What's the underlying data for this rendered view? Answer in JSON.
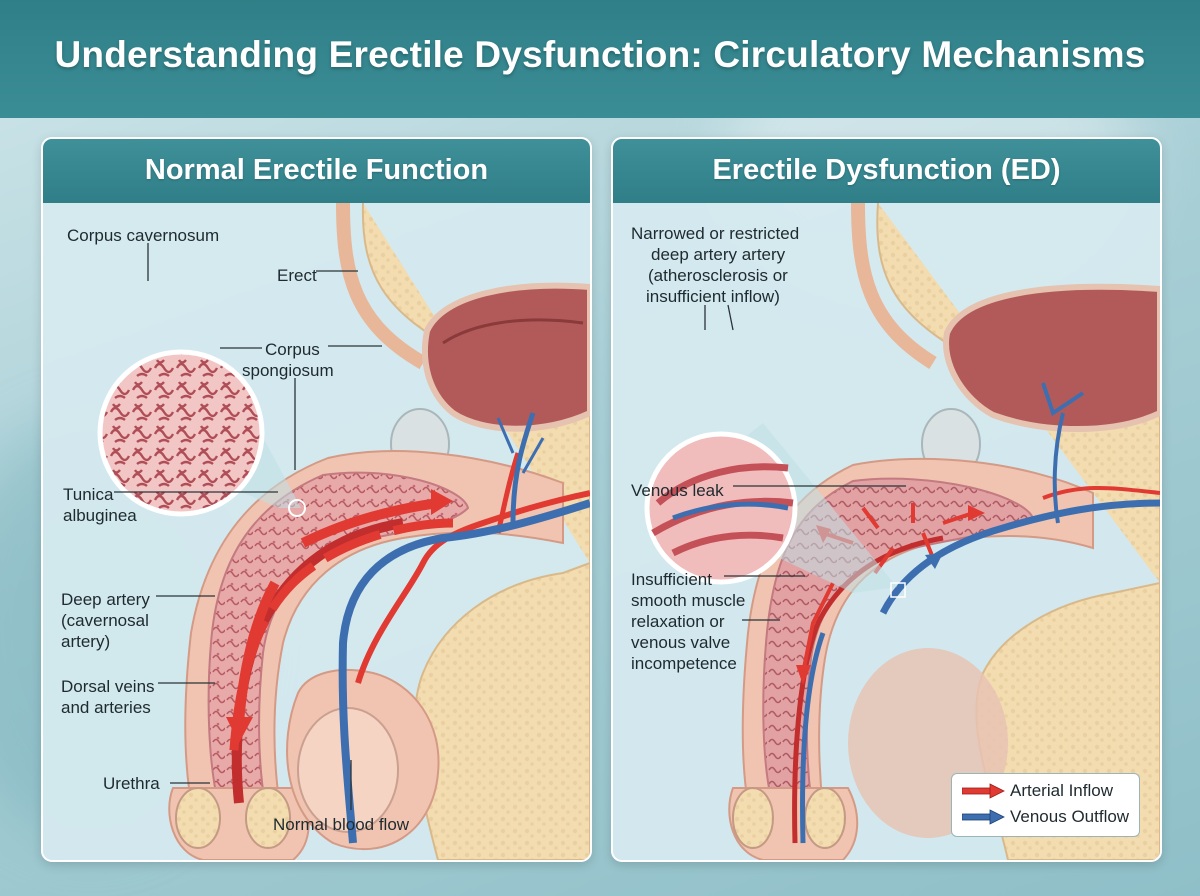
{
  "title": "Understanding Erectile Dysfunction: Circulatory Mechanisms",
  "panels": {
    "normal": {
      "title": "Normal Erectile Function",
      "labels": {
        "corpus_cavernosum": "Corpus cavernosum",
        "erect": "Erect",
        "corpus_spongiosum_1": "Corpus",
        "corpus_spongiosum_2": "spongiosum",
        "tunica_1": "Tunica",
        "tunica_2": "albuginea",
        "deep_artery_1": "Deep artery",
        "deep_artery_2": "(cavernosal",
        "deep_artery_3": "artery)",
        "dorsal_1": "Dorsal veins",
        "dorsal_2": "and arteries",
        "urethra": "Urethra",
        "normal_flow": "Normal blood flow"
      }
    },
    "ed": {
      "title": "Erectile Dysfunction (ED)",
      "labels": {
        "narrowed_1": "Narrowed or restricted",
        "narrowed_2": "deep artery artery",
        "narrowed_3": "(atherosclerosis or",
        "narrowed_4": "insufficient inflow)",
        "venous_leak": "Venous leak",
        "insufficient_1": "Insufficient",
        "insufficient_2": "smooth muscle",
        "insufficient_3": "relaxation or",
        "insufficient_4": "venous valve",
        "insufficient_5": "incompetence"
      }
    }
  },
  "legend": {
    "arterial": "Arterial Inflow",
    "venous": "Venous Outflow"
  },
  "colors": {
    "header": "#2f7f88",
    "artery": "#e03a32",
    "vein": "#3d6fb0",
    "tissue": "#e9a8a8",
    "skin": "#f2c7b2",
    "fat": "#f1d7a8",
    "bladder": "#c46a6a"
  }
}
